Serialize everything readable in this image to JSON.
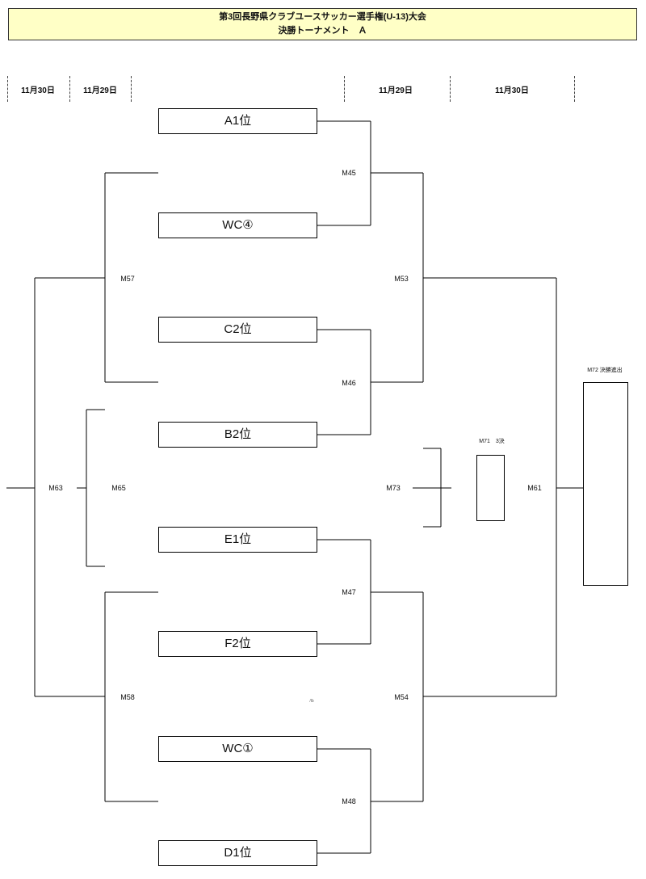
{
  "header": {
    "title": "第3回長野県クラブユースサッカー選手権(U-13)大会",
    "subtitle": "決勝トーナメント　Ａ"
  },
  "dates": {
    "left_outer": "11月30日",
    "left_inner": "11月29日",
    "right_inner": "11月29日",
    "right_outer": "11月30日"
  },
  "teams": [
    "A1位",
    "WC④",
    "C2位",
    "B2位",
    "E1位",
    "F2位",
    "WC①",
    "D1位"
  ],
  "matches": {
    "m45": "M45",
    "m46": "M46",
    "m47": "M47",
    "m48": "M48",
    "m53": "M53",
    "m54": "M54",
    "m57": "M57",
    "m58": "M58",
    "m61": "M61",
    "m63": "M63",
    "m65": "M65",
    "m73": "M73",
    "m71": "M71　3決",
    "m72": "M72 決勝進出"
  },
  "stray_mark": "/lb"
}
